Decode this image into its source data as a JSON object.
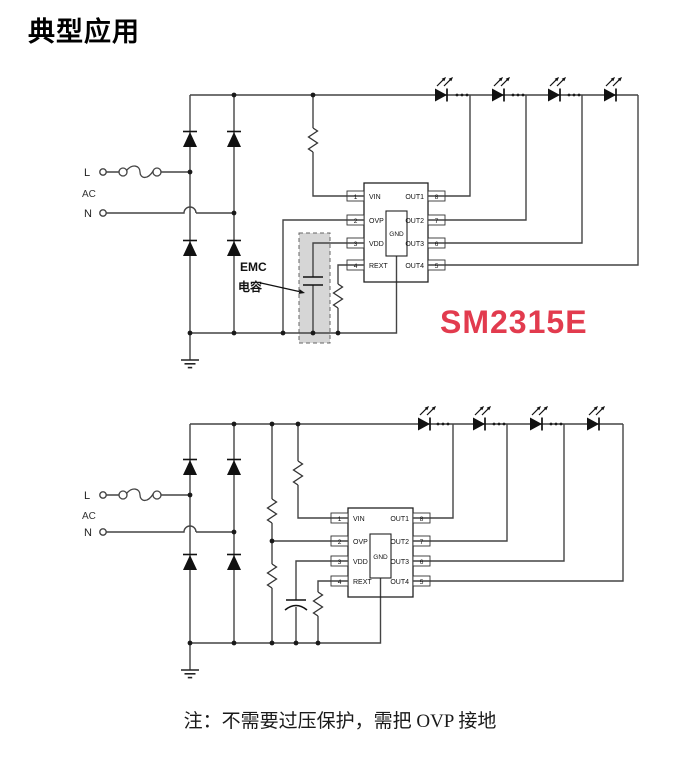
{
  "title": "典型应用",
  "note": "注：不需要过压保护，需把 OVP 接地",
  "part_label": "SM2315E",
  "colors": {
    "accent_red": "#e23b4e",
    "wire": "#444444",
    "emc_fill": "#d6d6d6"
  },
  "ac_input": {
    "line_label": "L",
    "ac_label": "AC",
    "neutral_label": "N"
  },
  "emc_note": {
    "line1": "EMC",
    "line2": "电容"
  },
  "ic": {
    "gnd_label": "GND",
    "left_pins": [
      {
        "num": "1",
        "name": "VIN"
      },
      {
        "num": "2",
        "name": "OVP"
      },
      {
        "num": "3",
        "name": "VDD"
      },
      {
        "num": "4",
        "name": "REXT"
      }
    ],
    "right_pins": [
      {
        "num": "8",
        "name": "OUT1"
      },
      {
        "num": "7",
        "name": "OUT2"
      },
      {
        "num": "6",
        "name": "OUT3"
      },
      {
        "num": "5",
        "name": "OUT4"
      }
    ]
  }
}
